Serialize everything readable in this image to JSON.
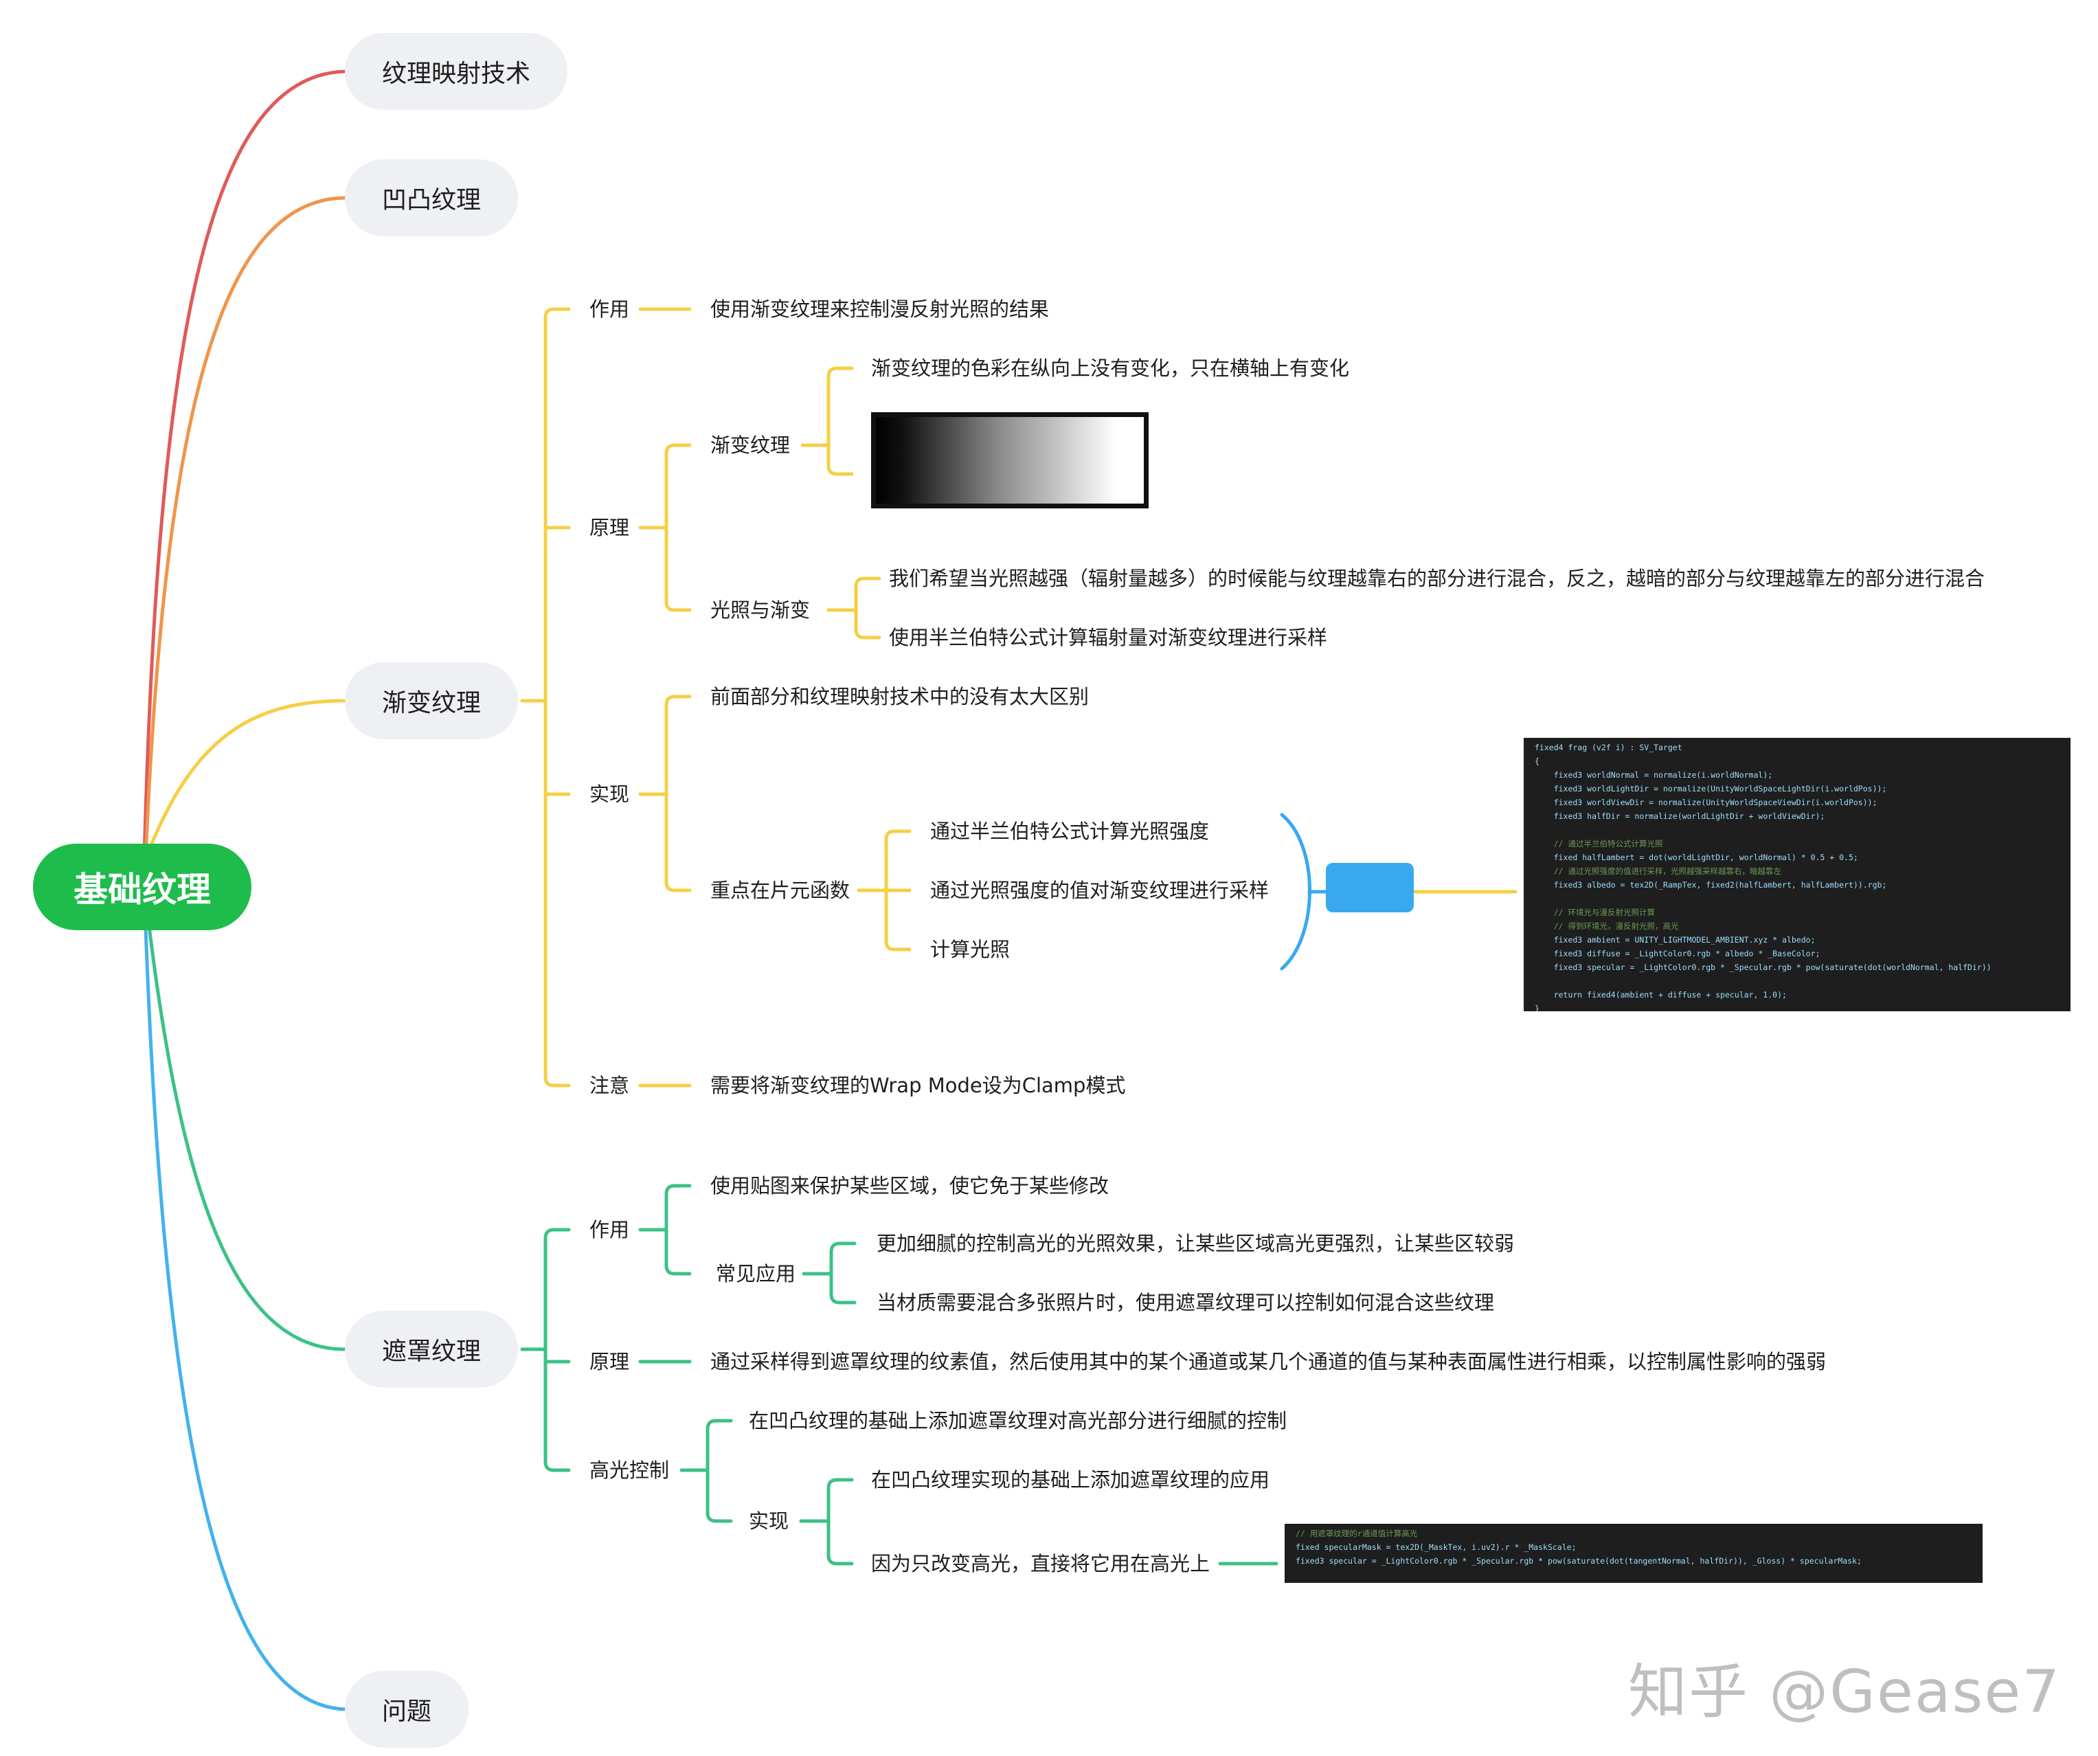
{
  "root": "基础纹理",
  "topics": {
    "texture_mapping": "纹理映射技术",
    "bump": "凹凸纹理",
    "ramp": "渐变纹理",
    "mask": "遮罩纹理",
    "questions": "问题"
  },
  "ramp": {
    "effect_label": "作用",
    "effect_text": "使用渐变纹理来控制漫反射光照的结果",
    "principle_label": "原理",
    "ramp_tex_label": "渐变纹理",
    "ramp_tex_text": "渐变纹理的色彩在纵向上没有变化，只在横轴上有变化",
    "light_ramp_label": "光照与渐变",
    "light_ramp_1": "我们希望当光照越强（辐射量越多）的时候能与纹理越靠右的部分进行混合，反之，越暗的部分与纹理越靠左的部分进行混合",
    "light_ramp_2": "使用半兰伯特公式计算辐射量对渐变纹理进行采样",
    "impl_label": "实现",
    "impl_text": "前面部分和纹理映射技术中的没有太大区别",
    "frag_label": "重点在片元函数",
    "frag_1": "通过半兰伯特公式计算光照强度",
    "frag_2": "通过光照强度的值对渐变纹理进行采样",
    "frag_3": "计算光照",
    "note_label": "注意",
    "note_text": "需要将渐变纹理的Wrap Mode设为Clamp模式",
    "code_lines": [
      "fixed4 frag (v2f i) : SV_Target",
      "{",
      "    fixed3 worldNormal = normalize(i.worldNormal);",
      "    fixed3 worldLightDir = normalize(UnityWorldSpaceLightDir(i.worldPos));",
      "    fixed3 worldViewDir = normalize(UnityWorldSpaceViewDir(i.worldPos));",
      "    fixed3 halfDir = normalize(worldLightDir + worldViewDir);",
      "",
      "    // 通过半兰伯特公式计算光照",
      "    fixed halfLambert = dot(worldLightDir, worldNormal) * 0.5 + 0.5;",
      "    // 通过光照强度的值进行采样，光照越强采样越靠右，暗越靠左",
      "    fixed3 albedo = tex2D(_RampTex, fixed2(halfLambert, halfLambert)).rgb;",
      "",
      "    // 环境光与漫反射光照计算",
      "    // 得到环境光，漫反射光照，高光",
      "    fixed3 ambient = UNITY_LIGHTMODEL_AMBIENT.xyz * albedo;",
      "    fixed3 diffuse = _LightColor0.rgb * albedo * _BaseColor;",
      "    fixed3 specular = _LightColor0.rgb * _Specular.rgb * pow(saturate(dot(worldNormal, halfDir))",
      "",
      "    return fixed4(ambient + diffuse + specular, 1.0);",
      "}"
    ]
  },
  "mask": {
    "effect_label": "作用",
    "effect_text": "使用贴图来保护某些区域，使它免于某些修改",
    "common_label": "常见应用",
    "common_1": "更加细腻的控制高光的光照效果，让某些区域高光更强烈，让某些区较弱",
    "common_2": "当材质需要混合多张照片时，使用遮罩纹理可以控制如何混合这些纹理",
    "principle_label": "原理",
    "principle_text": "通过采样得到遮罩纹理的纹素值，然后使用其中的某个通道或某几个通道的值与某种表面属性进行相乘，以控制属性影响的强弱",
    "spec_label": "高光控制",
    "spec_text": "在凹凸纹理的基础上添加遮罩纹理对高光部分进行细腻的控制",
    "impl_label": "实现",
    "impl_1": "在凹凸纹理实现的基础上添加遮罩纹理的应用",
    "impl_2": "因为只改变高光，直接将它用在高光上",
    "code_lines": [
      "// 用遮罩纹理的r通道值计算高光",
      "fixed specularMask = tex2D(_MaskTex, i.uv2).r * _MaskScale;",
      "fixed3 specular = _LightColor0.rgb * _Specular.rgb * pow(saturate(dot(tangentNormal, halfDir)), _Gloss) * specularMask;"
    ]
  },
  "watermark": "知乎 @Gease7",
  "colors": {
    "branch_texture_mapping": "#e05a5a",
    "branch_bump": "#f0954a",
    "branch_ramp": "#f5cf45",
    "branch_mask": "#3cc186",
    "branch_questions": "#43b2ec",
    "root_fill": "#1ebc4b",
    "topic_fill": "#eef0f3",
    "bracket_blue": "#3aa8ef"
  }
}
